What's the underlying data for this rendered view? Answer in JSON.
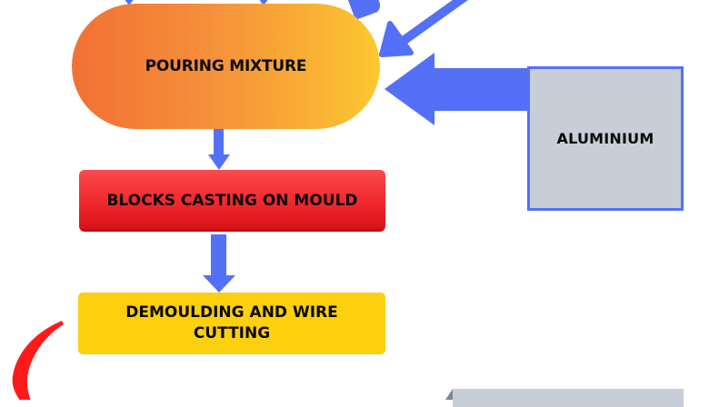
{
  "diagram": {
    "type": "process-flow",
    "nodes": {
      "pouring_mixture": {
        "label": "POURING MIXTURE",
        "shape": "rounded-capsule",
        "color_start": "#f27134",
        "color_end": "#fcc92f"
      },
      "blocks_casting": {
        "label": "BLOCKS CASTING ON MOULD",
        "shape": "rounded-rectangle",
        "color": "#ee2428"
      },
      "demoulding": {
        "label": "DEMOULDING AND WIRE CUTTING",
        "shape": "rounded-rectangle",
        "color": "#fccf0f"
      },
      "aluminium": {
        "label": "ALUMINIUM",
        "shape": "square",
        "color": "#c8ced8",
        "border_color": "#5470f7"
      }
    },
    "edges": [
      {
        "from": "top-left-offscreen",
        "to": "pouring_mixture",
        "style": "arrow"
      },
      {
        "from": "top-center-offscreen",
        "to": "pouring_mixture",
        "style": "arrow"
      },
      {
        "from": "top-right-offscreen",
        "to": "pouring_mixture",
        "style": "arrow"
      },
      {
        "from": "top-right-diagonal-offscreen",
        "to": "pouring_mixture",
        "style": "arrow"
      },
      {
        "from": "aluminium",
        "to": "pouring_mixture",
        "style": "block-arrow"
      },
      {
        "from": "pouring_mixture",
        "to": "blocks_casting",
        "style": "arrow"
      },
      {
        "from": "blocks_casting",
        "to": "demoulding",
        "style": "arrow"
      }
    ],
    "arrow_color": "#5470f7",
    "decor": {
      "curved_arrow_color": "#ff1a1a",
      "bottom_box_color": "#c8ced8"
    }
  }
}
